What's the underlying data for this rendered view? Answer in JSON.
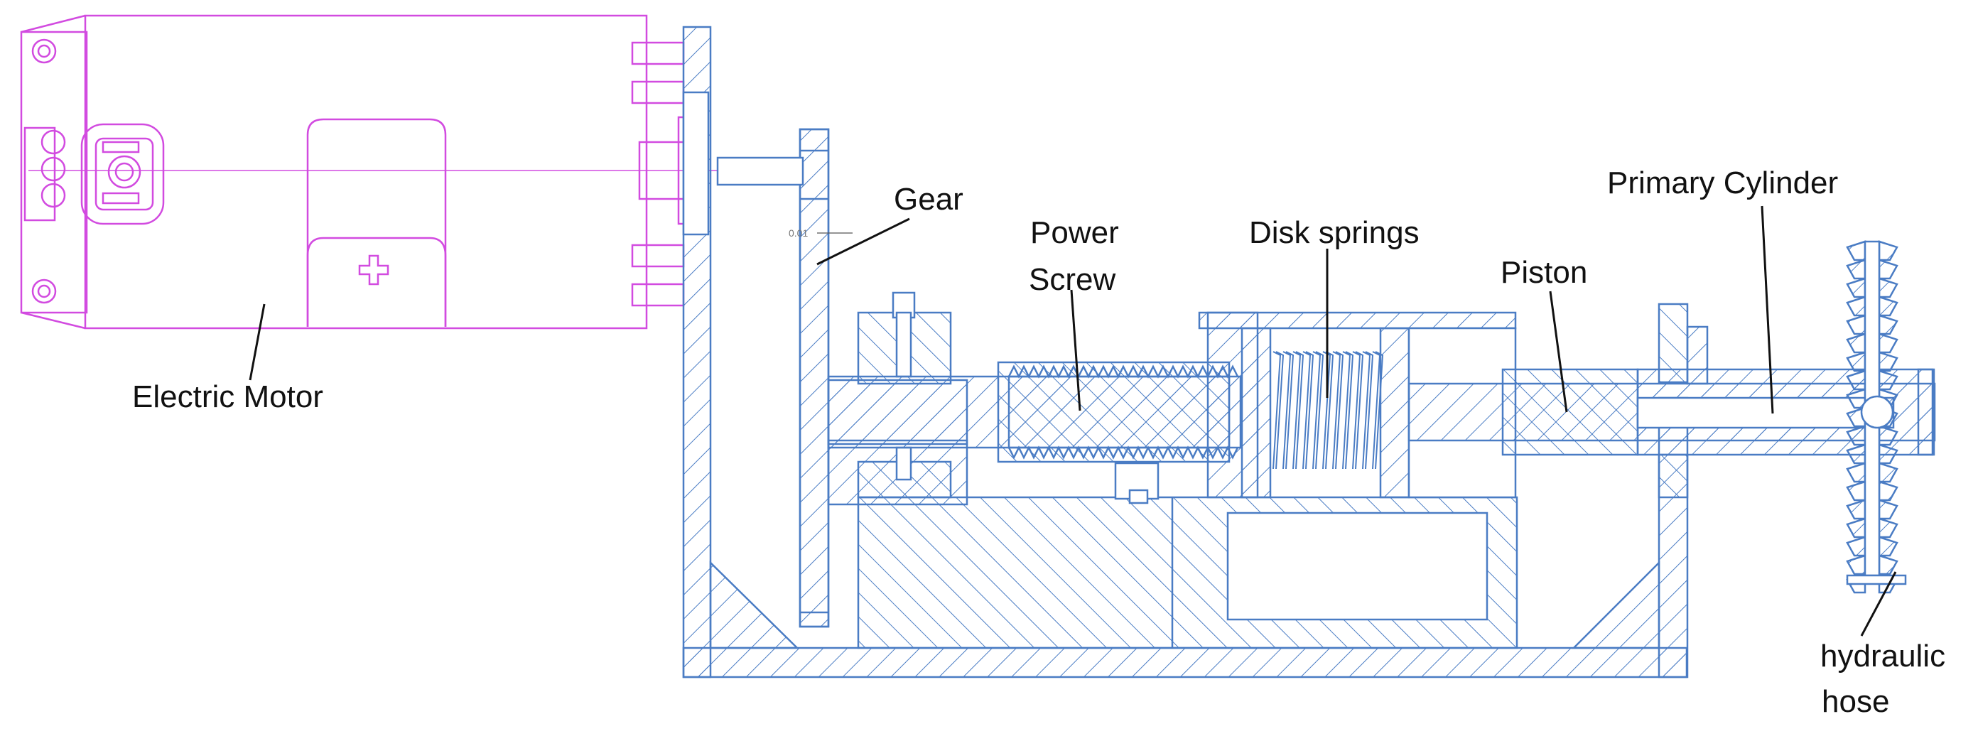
{
  "colors": {
    "outline": "#4a7cc4",
    "motor": "#d24be0",
    "leader": "#111111",
    "background": "#ffffff"
  },
  "labels": {
    "electric_motor": "Electric Motor",
    "gear": "Gear",
    "power_screw_line1": "Power",
    "power_screw_line2": "Screw",
    "disk_springs": "Disk springs",
    "piston": "Piston",
    "primary_cylinder": "Primary Cylinder",
    "hydraulic_hose_line1": "hydraulic",
    "hydraulic_hose_line2": "hose",
    "dimension_note": "0.01"
  }
}
